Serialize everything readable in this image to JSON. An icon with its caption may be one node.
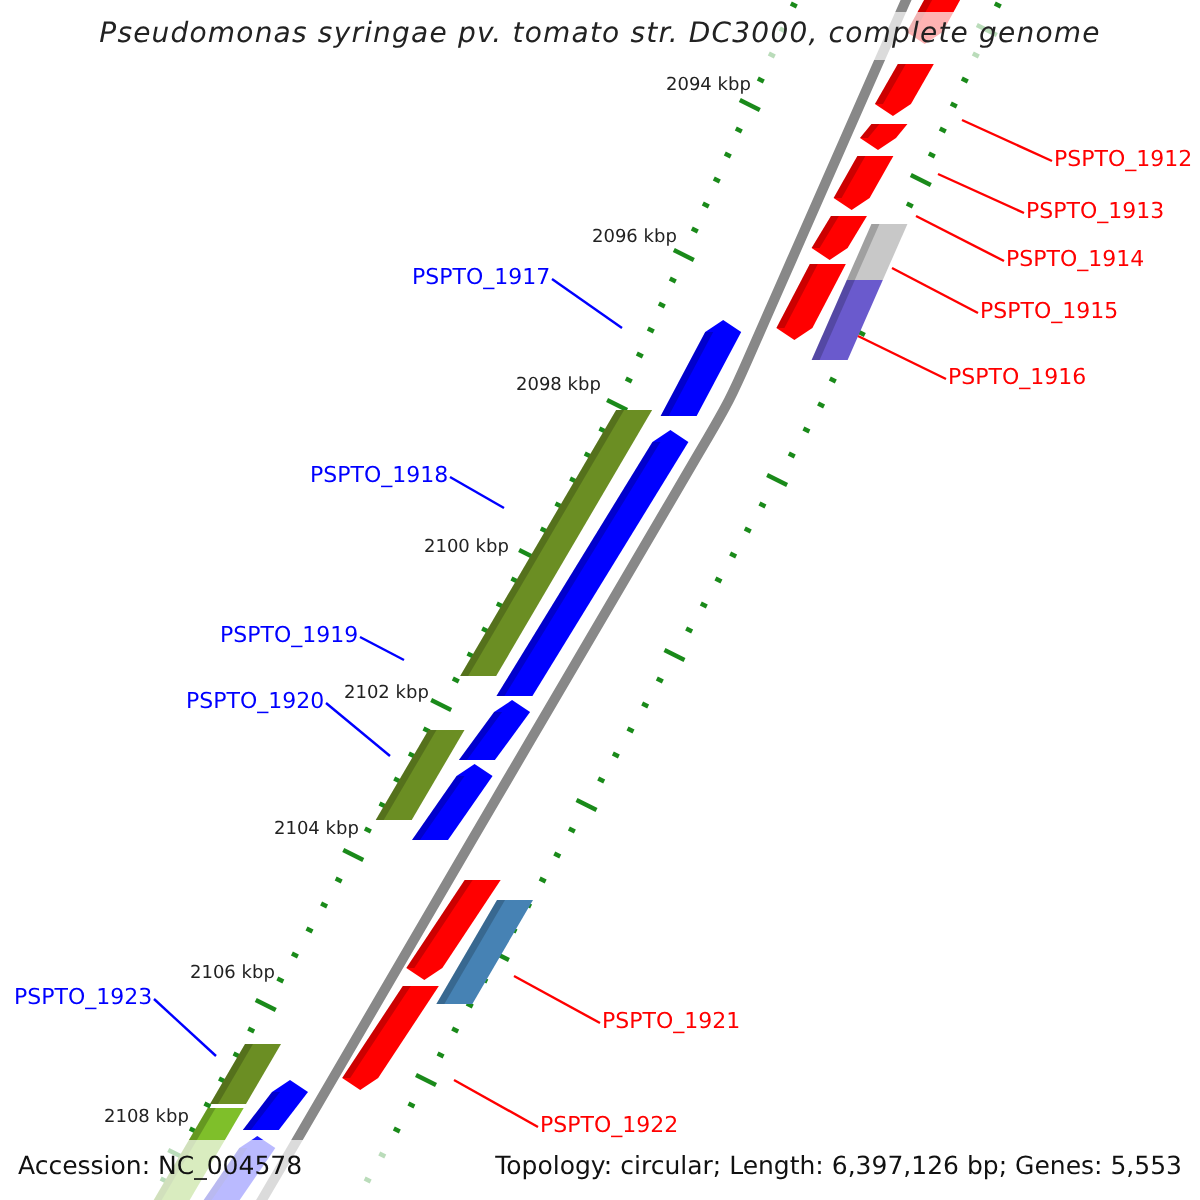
{
  "diagram": {
    "title": "Pseudomonas syringae pv. tomato str. DC3000, complete genome",
    "nodes": [
      {
        "text": [
          "PSPTO_1912"
        ]
      },
      {
        "text": [
          "PSPTO_1913"
        ]
      },
      {
        "text": [
          "PSPTO_1914"
        ]
      },
      {
        "text": [
          "PSPTO_1915"
        ]
      },
      {
        "text": [
          "PSPTO_1916"
        ]
      },
      {
        "text": [
          "PSPTO_1917"
        ]
      },
      {
        "text": [
          "PSPTO_1918"
        ]
      },
      {
        "text": [
          "PSPTO_1919"
        ]
      },
      {
        "text": [
          "PSPTO_1920"
        ]
      },
      {
        "text": [
          "PSPTO_1923"
        ]
      },
      {
        "text": [
          "PSPTO_1921"
        ]
      },
      {
        "text": [
          "PSPTO_1922"
        ]
      }
    ],
    "edges": [
      {
        "from": 0,
        "to": null,
        "arrow": "none"
      },
      {
        "from": 1,
        "to": null,
        "arrow": "none"
      },
      {
        "from": 2,
        "to": null,
        "arrow": "none"
      },
      {
        "from": 3,
        "to": null,
        "arrow": "none"
      },
      {
        "from": 4,
        "to": null,
        "arrow": "none"
      },
      {
        "from": 5,
        "to": null,
        "arrow": "none",
        "color": "#0000ff"
      },
      {
        "from": 6,
        "to": null,
        "arrow": "none",
        "color": "#0000ff"
      },
      {
        "from": 7,
        "to": null,
        "arrow": "none",
        "color": "#0000ff"
      },
      {
        "from": 8,
        "to": null,
        "arrow": "none",
        "color": "#0000ff"
      },
      {
        "from": 9,
        "to": null,
        "arrow": "none",
        "color": "#0000ff"
      },
      {
        "from": 10,
        "to": null,
        "arrow": "none"
      },
      {
        "from": 11,
        "to": null,
        "arrow": "none"
      }
    ],
    "labels": [
      "2094 kbp",
      "2096 kbp",
      "2098 kbp",
      "2100 kbp",
      "2102 kbp",
      "2104 kbp",
      "2106 kbp",
      "2108 kbp",
      "Accession: NC_004578",
      "Topology: circular; Length: 6,397,126 bp; Genes: 5,553"
    ]
  }
}
